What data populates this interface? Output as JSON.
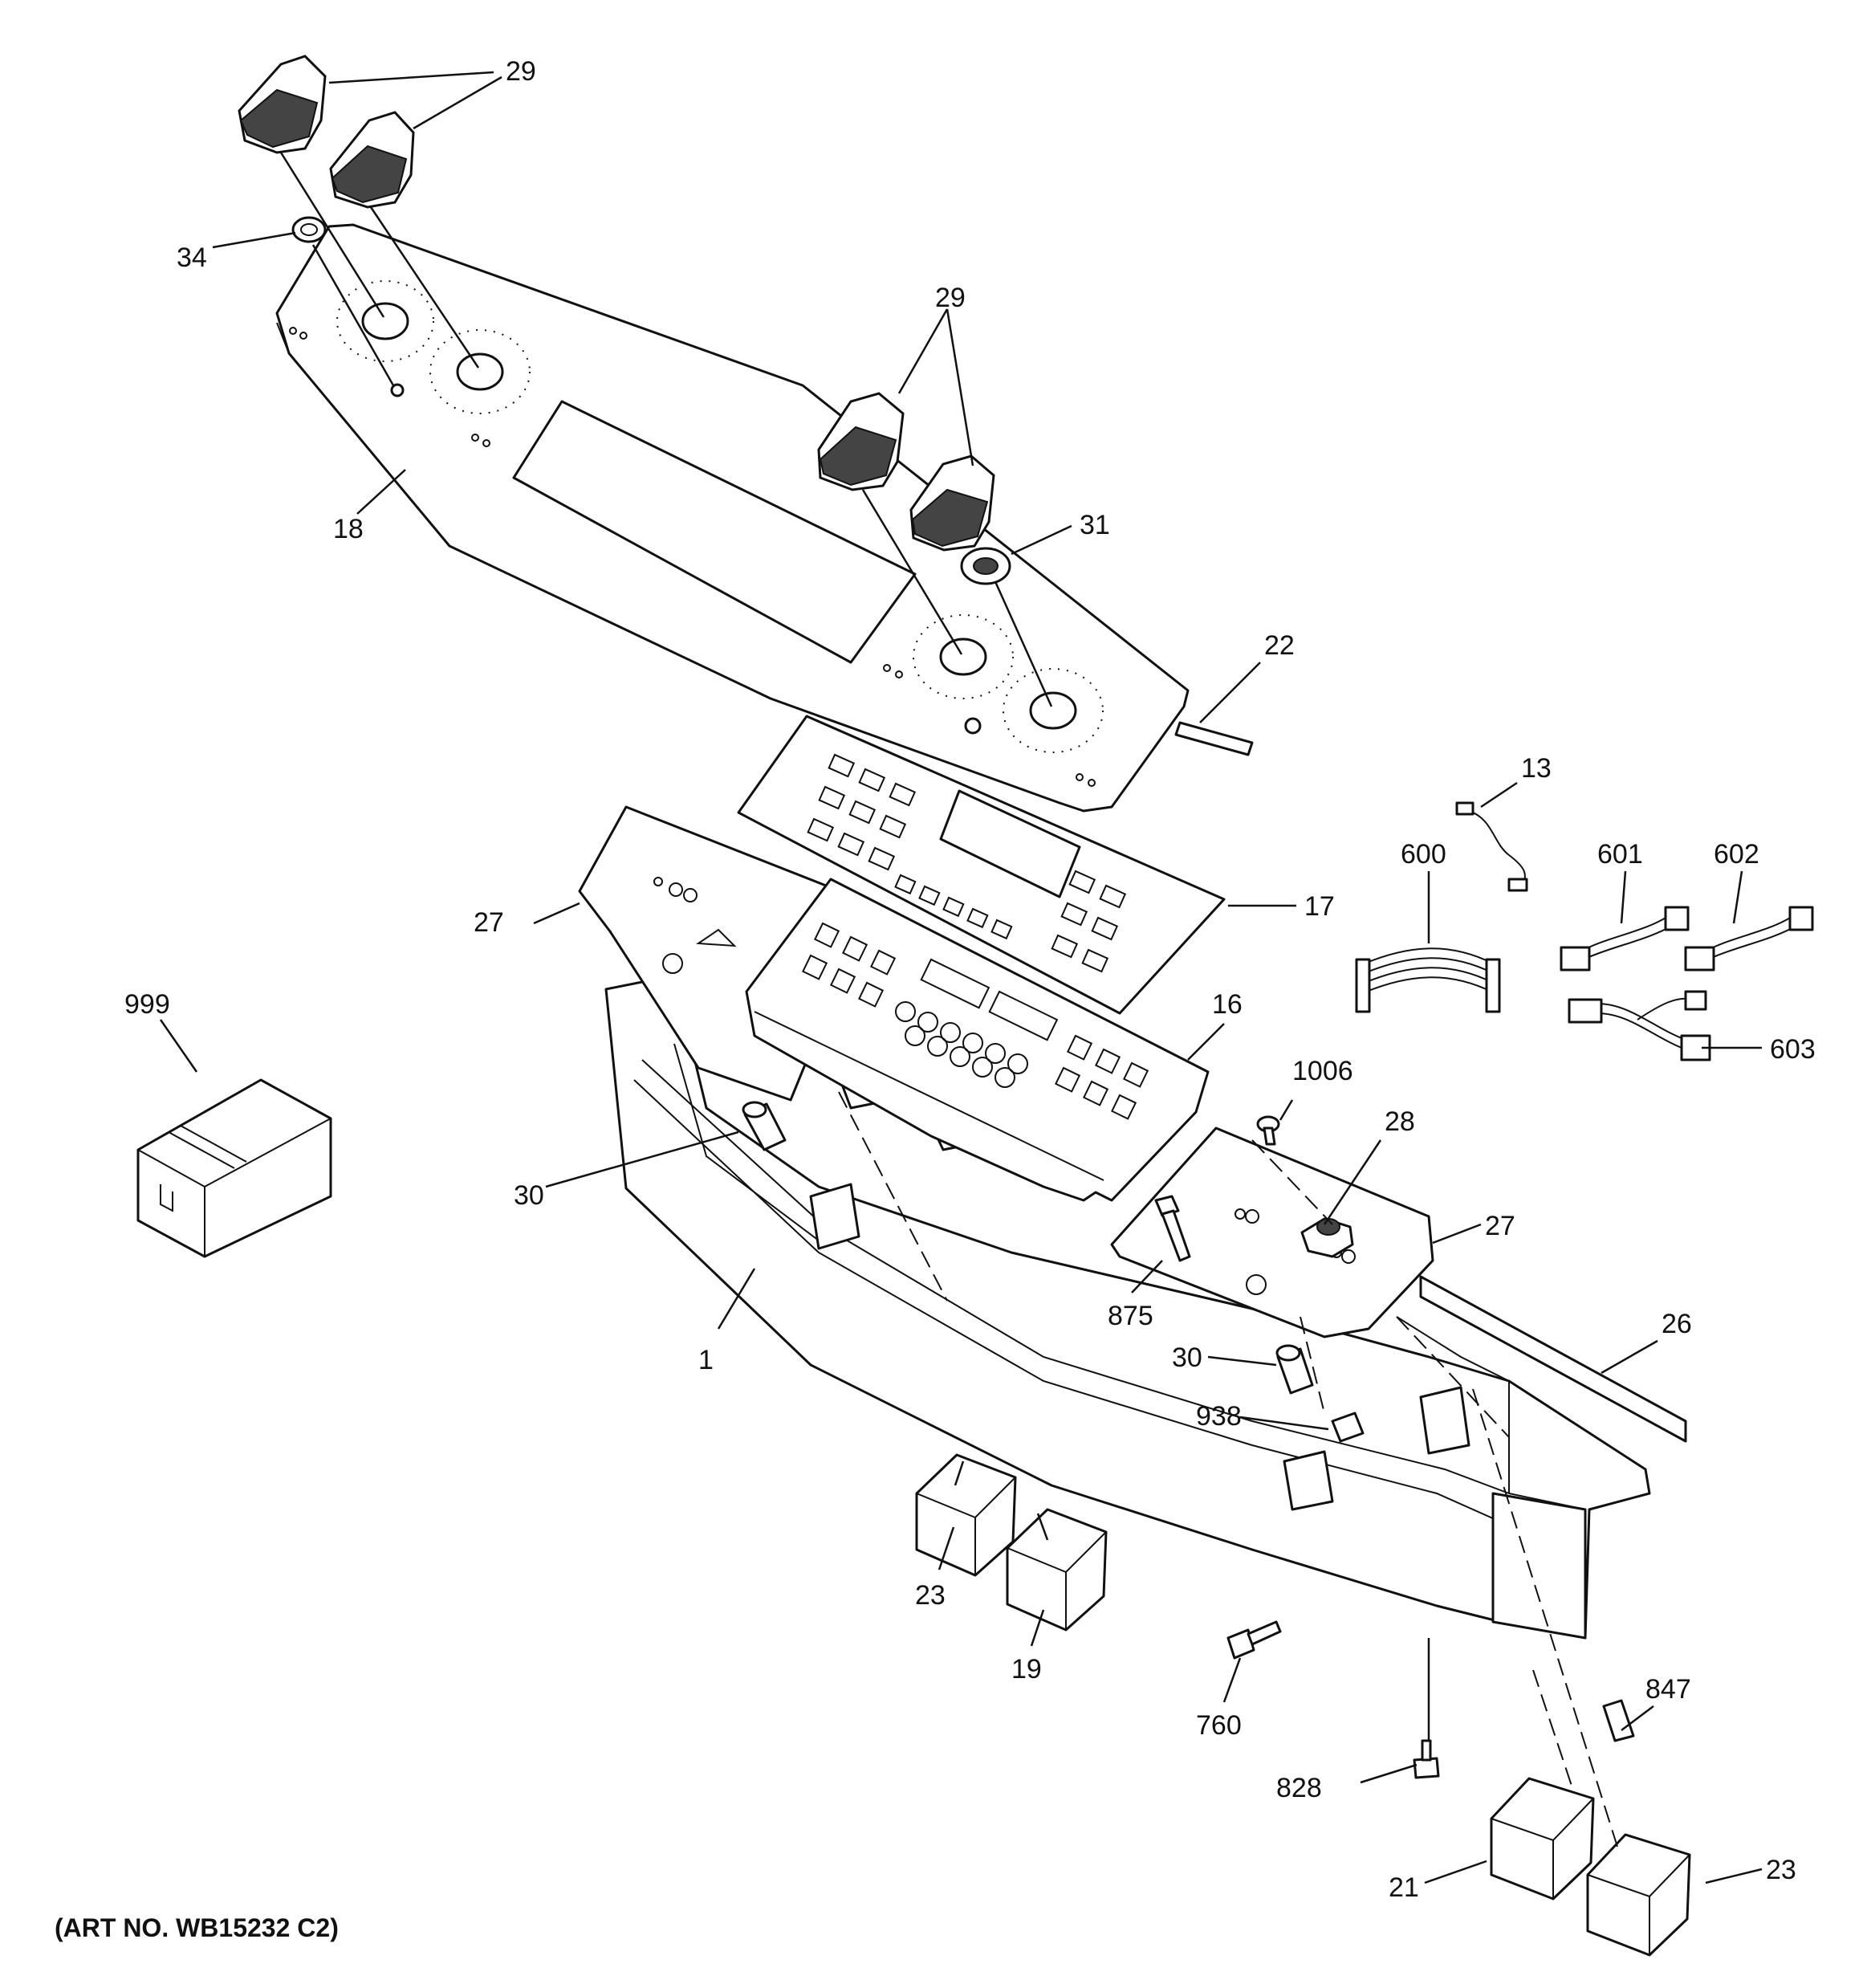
{
  "diagram": {
    "art_number": "(ART NO. WB15232 C2)",
    "callouts": [
      {
        "id": "c29a",
        "text": "29"
      },
      {
        "id": "c34",
        "text": "34"
      },
      {
        "id": "c18",
        "text": "18"
      },
      {
        "id": "c29b",
        "text": "29"
      },
      {
        "id": "c31",
        "text": "31"
      },
      {
        "id": "c22",
        "text": "22"
      },
      {
        "id": "c13",
        "text": "13"
      },
      {
        "id": "c600",
        "text": "600"
      },
      {
        "id": "c601",
        "text": "601"
      },
      {
        "id": "c602",
        "text": "602"
      },
      {
        "id": "c603",
        "text": "603"
      },
      {
        "id": "c27a",
        "text": "27"
      },
      {
        "id": "c17",
        "text": "17"
      },
      {
        "id": "c16",
        "text": "16"
      },
      {
        "id": "c999",
        "text": "999"
      },
      {
        "id": "c1006",
        "text": "1006"
      },
      {
        "id": "c28",
        "text": "28"
      },
      {
        "id": "c27b",
        "text": "27"
      },
      {
        "id": "c30a",
        "text": "30"
      },
      {
        "id": "c875",
        "text": "875"
      },
      {
        "id": "c26",
        "text": "26"
      },
      {
        "id": "c1",
        "text": "1"
      },
      {
        "id": "c30b",
        "text": "30"
      },
      {
        "id": "c938",
        "text": "938"
      },
      {
        "id": "c23a",
        "text": "23"
      },
      {
        "id": "c19",
        "text": "19"
      },
      {
        "id": "c760",
        "text": "760"
      },
      {
        "id": "c847",
        "text": "847"
      },
      {
        "id": "c828",
        "text": "828"
      },
      {
        "id": "c21",
        "text": "21"
      },
      {
        "id": "c23b",
        "text": "23"
      }
    ]
  }
}
